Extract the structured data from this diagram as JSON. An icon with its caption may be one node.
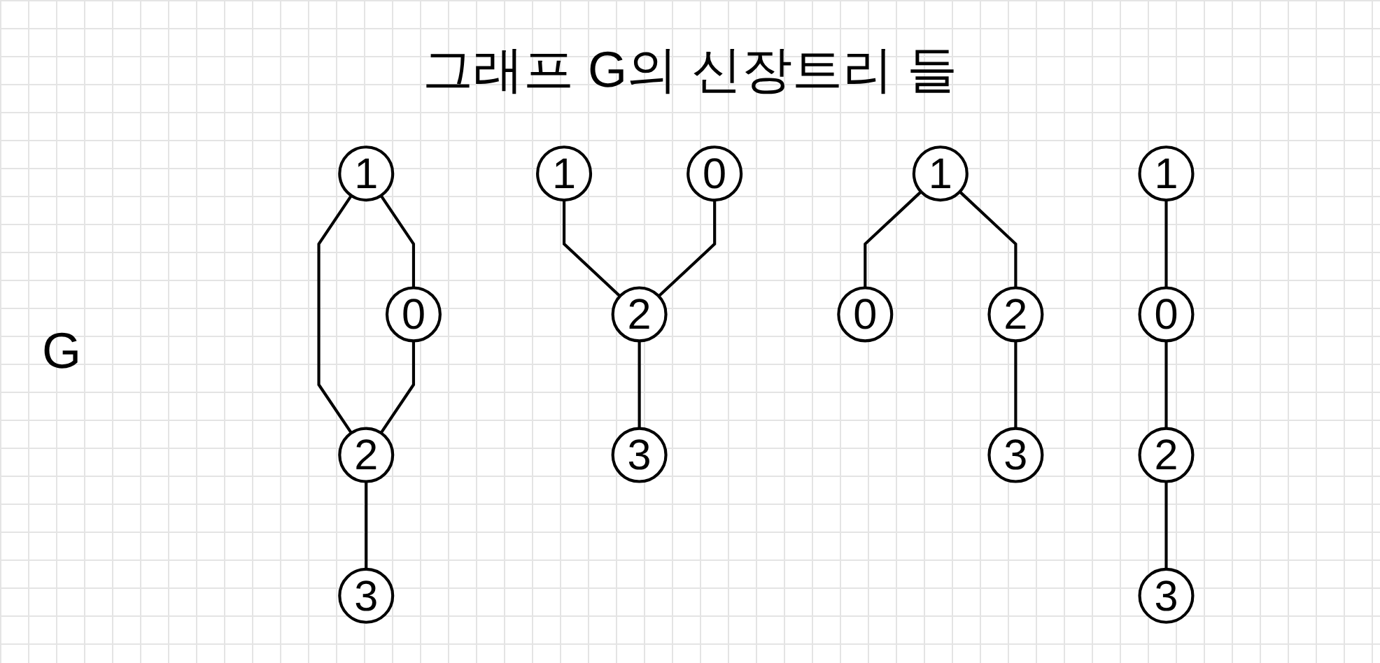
{
  "diagram": {
    "title": "그래프 G의 신장트리 들",
    "nodes": [
      {
        "text": [
          "1"
        ]
      },
      {
        "text": [
          "0"
        ]
      },
      {
        "text": [
          "2"
        ]
      },
      {
        "text": [
          "3"
        ]
      },
      {
        "text": [
          "1"
        ]
      },
      {
        "text": [
          "0"
        ]
      },
      {
        "text": [
          "2"
        ]
      },
      {
        "text": [
          "3"
        ]
      },
      {
        "text": [
          "1"
        ]
      },
      {
        "text": [
          "0"
        ]
      },
      {
        "text": [
          "2"
        ]
      },
      {
        "text": [
          "3"
        ]
      },
      {
        "text": [
          "1"
        ]
      },
      {
        "text": [
          "0"
        ]
      },
      {
        "text": [
          "2"
        ]
      },
      {
        "text": [
          "3"
        ]
      }
    ],
    "edges": [
      {
        "from": 0,
        "to": 1,
        "arrow": "none"
      },
      {
        "from": 0,
        "to": 2,
        "arrow": "none"
      },
      {
        "from": 1,
        "to": 2,
        "arrow": "none"
      },
      {
        "from": 2,
        "to": 3,
        "arrow": "none"
      },
      {
        "from": 4,
        "to": 6,
        "arrow": "none"
      },
      {
        "from": 5,
        "to": 6,
        "arrow": "none"
      },
      {
        "from": 6,
        "to": 7,
        "arrow": "none"
      },
      {
        "from": 8,
        "to": 9,
        "arrow": "none"
      },
      {
        "from": 8,
        "to": 10,
        "arrow": "none"
      },
      {
        "from": 10,
        "to": 11,
        "arrow": "none"
      },
      {
        "from": 12,
        "to": 13,
        "arrow": "none"
      },
      {
        "from": 13,
        "to": 14,
        "arrow": "none"
      },
      {
        "from": 14,
        "to": 15,
        "arrow": "none"
      }
    ],
    "labels": [
      "G"
    ]
  }
}
